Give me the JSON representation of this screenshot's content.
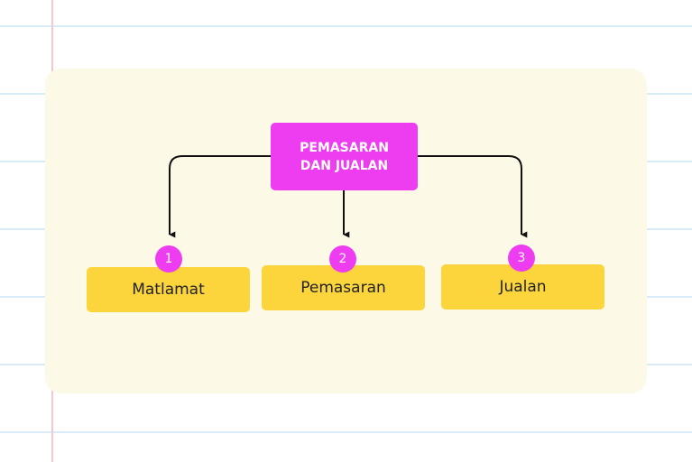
{
  "colors": {
    "root_fill": "#ee3df0",
    "child_fill": "#fcd53c",
    "badge_fill": "#ee3df0",
    "card_bg": "#fdf9e7"
  },
  "diagram": {
    "root": {
      "label": "PEMASARAN DAN JUALAN"
    },
    "children": [
      {
        "number": "1",
        "label": "Matlamat"
      },
      {
        "number": "2",
        "label": "Pemasaran"
      },
      {
        "number": "3",
        "label": "Jualan"
      }
    ]
  }
}
